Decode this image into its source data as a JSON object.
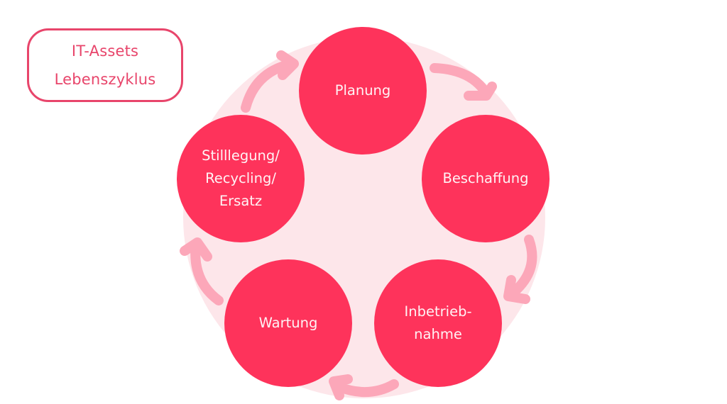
{
  "title": {
    "line1": "IT-Assets",
    "line2": "Lebenszyklus"
  },
  "colors": {
    "node_fill": "#fe335b",
    "node_text": "#fff3f5",
    "background_circle": "#fde6ea",
    "arrow": "#fca7b9",
    "title_accent": "#e8456b"
  },
  "cycle": {
    "nodes": [
      {
        "id": "planung",
        "lines": [
          "Planung"
        ]
      },
      {
        "id": "beschaffung",
        "lines": [
          "Beschaffung"
        ]
      },
      {
        "id": "inbetriebnahme",
        "lines": [
          "Inbetrieb-",
          "nahme"
        ]
      },
      {
        "id": "wartung",
        "lines": [
          "Wartung"
        ]
      },
      {
        "id": "stilllegung",
        "lines": [
          "Stilllegung/",
          "Recycling/",
          "Ersatz"
        ]
      }
    ],
    "arrows": [
      {
        "from": "planung",
        "to": "beschaffung",
        "icon": "curved-arrow-icon"
      },
      {
        "from": "beschaffung",
        "to": "inbetriebnahme",
        "icon": "curved-arrow-icon"
      },
      {
        "from": "inbetriebnahme",
        "to": "wartung",
        "icon": "curved-arrow-icon"
      },
      {
        "from": "wartung",
        "to": "stilllegung",
        "icon": "curved-arrow-icon"
      },
      {
        "from": "stilllegung",
        "to": "planung",
        "icon": "curved-arrow-icon"
      }
    ]
  }
}
